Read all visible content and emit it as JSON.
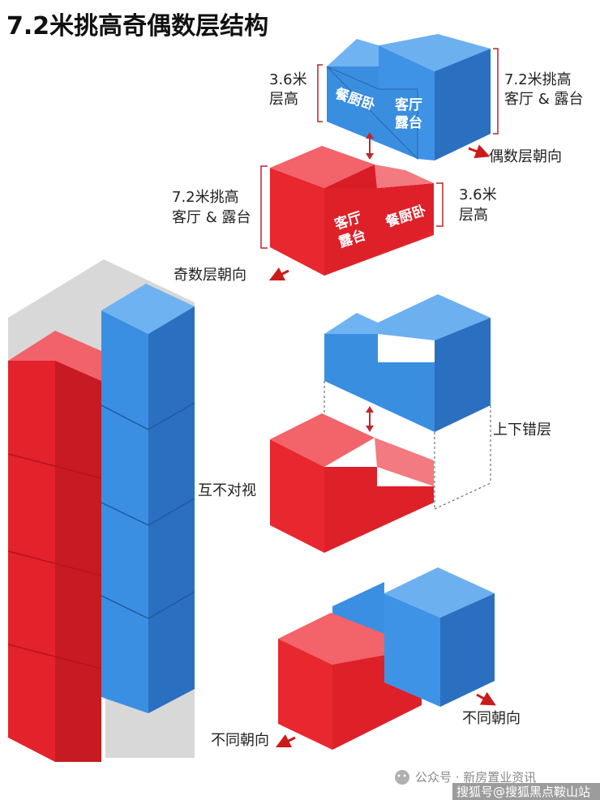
{
  "title": "7.2米挑高奇偶数层结构",
  "top_blue": {
    "left_height": "3.6米",
    "left_height_sub": "层高",
    "face_left": "餐厨卧",
    "face_right_1": "客厅",
    "face_right_2": "露台",
    "right_label_1": "7.2米挑高",
    "right_label_2": "客厅 & 露台",
    "direction": "偶数层朝向"
  },
  "top_red": {
    "left_label_1": "7.2米挑高",
    "left_label_2": "客厅 & 露台",
    "face_left_1": "客厅",
    "face_left_2": "露台",
    "face_right": "餐厨卧",
    "right_height": "3.6米",
    "right_height_sub": "层高",
    "direction": "奇数层朝向"
  },
  "stack": {
    "label": "互不对视"
  },
  "offset": {
    "label": "上下错层"
  },
  "bottom": {
    "right_direction": "不同朝向",
    "left_direction": "不同朝向"
  },
  "watermark": {
    "line1": "公众号 · 新房置业资讯",
    "line2": "搜狐号@搜狐黑点鞍山站"
  },
  "colors": {
    "red": "#e8222b",
    "blue": "#3a8ee0"
  }
}
